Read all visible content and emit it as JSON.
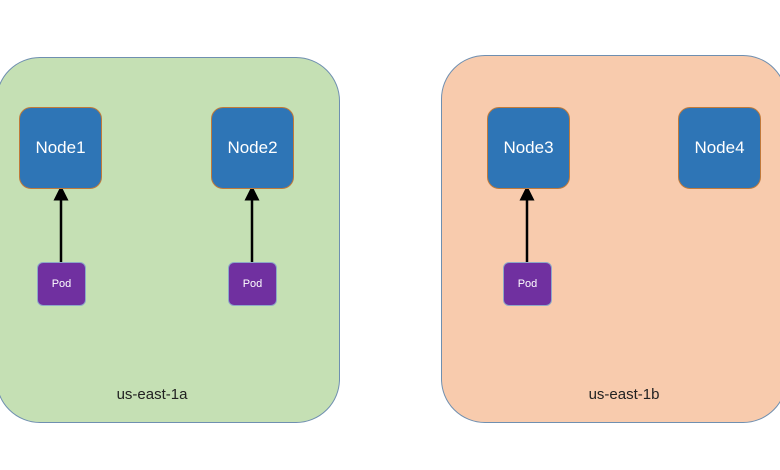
{
  "zones": [
    {
      "label": "us-east-1a",
      "color": "#c5e0b4"
    },
    {
      "label": "us-east-1b",
      "color": "#f8cbad"
    }
  ],
  "nodes": [
    "Node1",
    "Node2",
    "Node3",
    "Node4"
  ],
  "pods": [
    {
      "label": "Pod",
      "scheduled_on": "Node1"
    },
    {
      "label": "Pod",
      "scheduled_on": "Node2"
    },
    {
      "label": "Pod",
      "scheduled_on": "Node3"
    }
  ]
}
